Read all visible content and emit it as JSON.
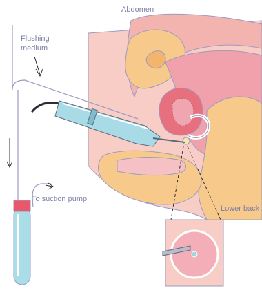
{
  "labels": {
    "abdomen": "Abdomen",
    "flushing_line1": "Flushing",
    "flushing_line2": "medium",
    "suction": "To suction pump",
    "lower_back": "Lower back"
  },
  "colors": {
    "outline": "#9b9bc2",
    "skin": "#f6c6c2",
    "tissue_pink": "#ef9aa6",
    "tissue_orange": "#f7c98a",
    "probe_blue": "#a8dbe6",
    "tube_blue": "#a9dde8",
    "cap_red": "#e8576a"
  }
}
